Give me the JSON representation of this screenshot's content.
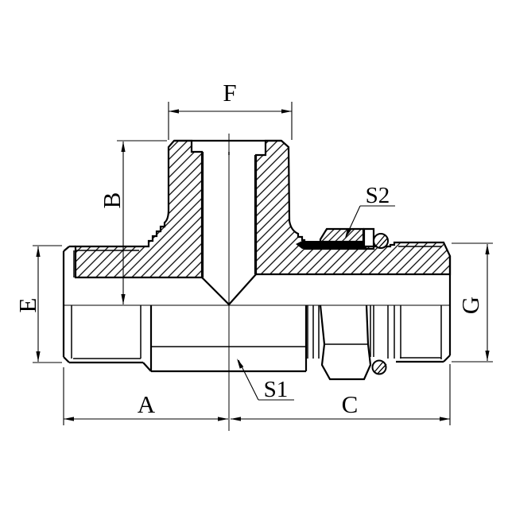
{
  "drawing": {
    "type": "tee-fitting-half-section-dimension-drawing",
    "background_color": "#ffffff",
    "line_color": "#000000",
    "seal_fill_color": "#000000"
  },
  "labels": {
    "top_width": "F",
    "branch_height": "B",
    "left_port_od": "E",
    "right_port_od": "G",
    "left_length": "A",
    "right_length": "C",
    "body_hex": "S1",
    "locknut_hex": "S2"
  }
}
